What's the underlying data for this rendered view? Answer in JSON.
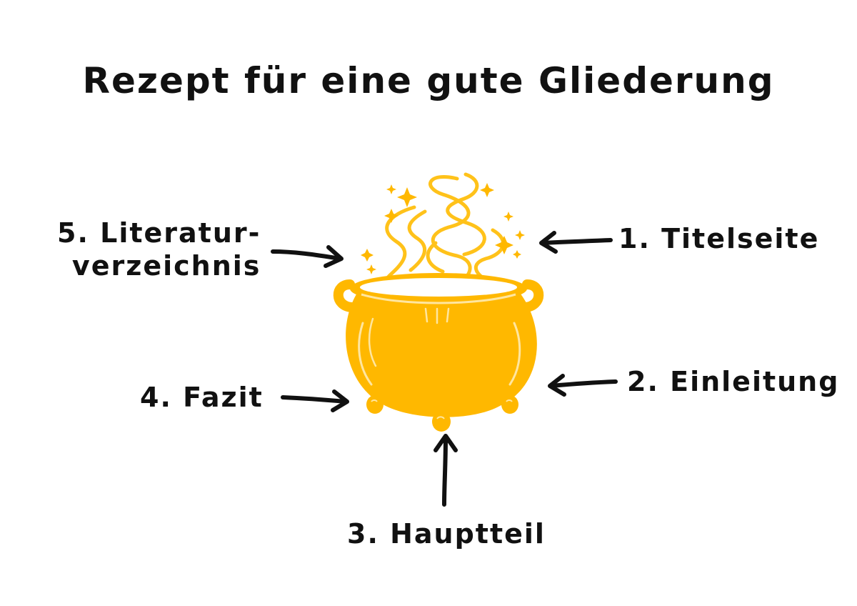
{
  "title": "Rezept für eine gute Gliederung",
  "items": [
    {
      "id": "titelseite",
      "lines": [
        "1. Titelseite"
      ]
    },
    {
      "id": "einleitung",
      "lines": [
        "2. Einleitung"
      ]
    },
    {
      "id": "hauptteil",
      "lines": [
        "3. Hauptteil"
      ]
    },
    {
      "id": "fazit",
      "lines": [
        "4. Fazit"
      ]
    },
    {
      "id": "literaturverzeichnis",
      "lines": [
        "5. Literatur-",
        "verzeichnis"
      ]
    }
  ],
  "colors": {
    "pot": "#FFB800",
    "pot_highlight": "#FFE6A0",
    "steam": "#FFC21A",
    "arrow": "#111111",
    "text": "#111111"
  },
  "icons": [
    "cauldron-icon",
    "steam-icon",
    "sparkle-icon",
    "arrow-icon"
  ]
}
